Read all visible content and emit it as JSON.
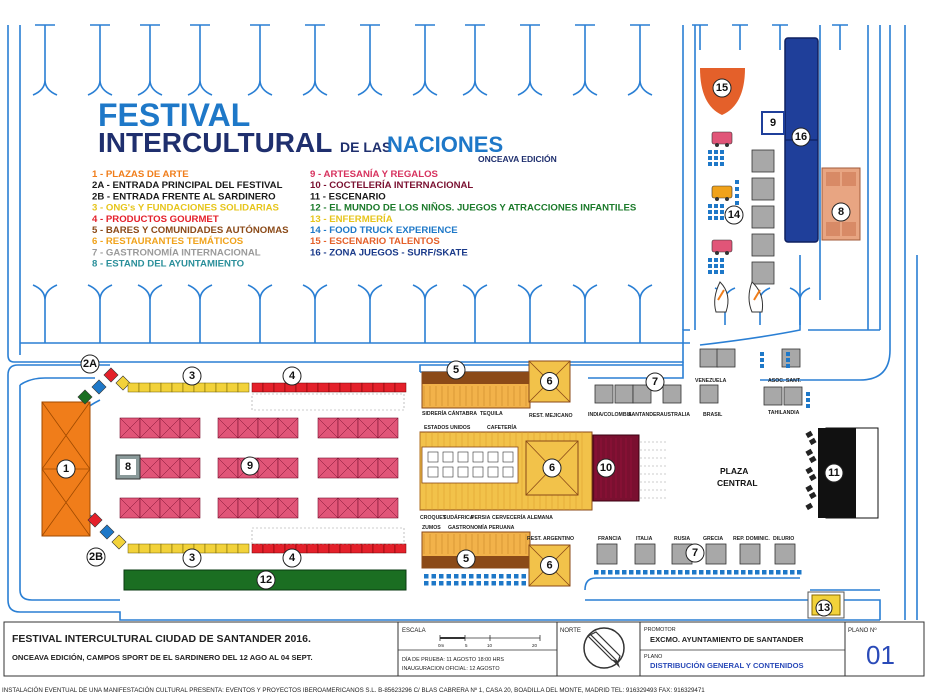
{
  "festival_logo": {
    "line1": "FESTIVAL",
    "line2": "INTERCULTURAL",
    "line3_prefix": "DE LAS",
    "line3_main": "NACIONES",
    "edition": "ONCEAVA EDICIÓN"
  },
  "legend": {
    "left": [
      {
        "num": "1 -",
        "label": "PLAZAS DE ARTE",
        "color": "#f07d1a"
      },
      {
        "num": "2A -",
        "label": "ENTRADA PRINCIPAL DEL FESTIVAL",
        "color": "#1a1a1a"
      },
      {
        "num": "2B -",
        "label": "ENTRADA FRENTE AL SARDINERO",
        "color": "#1a1a1a"
      },
      {
        "num": "3 -",
        "label": "ONG's Y FUNDACIONES SOLIDARIAS",
        "color": "#e6c51b"
      },
      {
        "num": "4 -",
        "label": "PRODUCTOS GOURMET",
        "color": "#e4202a"
      },
      {
        "num": "5 -",
        "label": "BARES Y COMUNIDADES AUTÓNOMAS",
        "color": "#8b4a18"
      },
      {
        "num": "6 -",
        "label": "RESTAURANTES TEMÁTICOS",
        "color": "#f0a21a"
      },
      {
        "num": "7 -",
        "label": "GASTRONOMÍA INTERNACIONAL",
        "color": "#9a9a9a"
      },
      {
        "num": "8 -",
        "label": "ESTAND DEL AYUNTAMIENTO",
        "color": "#2a8f9a"
      }
    ],
    "right": [
      {
        "num": "9 -",
        "label": "ARTESANÍA Y REGALOS",
        "color": "#d7325e"
      },
      {
        "num": "10 -",
        "label": "COCTELERÍA INTERNACIONAL",
        "color": "#7a1030"
      },
      {
        "num": "11 -",
        "label": "ESCENARIO",
        "color": "#1a1a1a"
      },
      {
        "num": "12 -",
        "label": "EL MUNDO DE LOS NIÑOS. JUEGOS Y ATRACCIONES INFANTILES",
        "color": "#1b7a2a"
      },
      {
        "num": "13 -",
        "label": "ENFERMERÍA",
        "color": "#e6c51b"
      },
      {
        "num": "14 -",
        "label": "FOOD TRUCK EXPERIENCE",
        "color": "#1e78c8"
      },
      {
        "num": "15 -",
        "label": "ESCENARIO TALENTOS",
        "color": "#e4602a"
      },
      {
        "num": "16 -",
        "label": "ZONA JUEGOS - SURF/SKATE",
        "color": "#1a3a8a"
      }
    ]
  },
  "map_markers": {
    "m1": "1",
    "m2a": "2A",
    "m2b": "2B",
    "m3a": "3",
    "m3b": "3",
    "m4a": "4",
    "m4b": "4",
    "m5a": "5",
    "m5b": "5",
    "m6a": "6",
    "m6b": "6",
    "m6c": "6",
    "m7a": "7",
    "m7b": "7",
    "m8a": "8",
    "m8b": "8",
    "m9a": "9",
    "m9b": "9",
    "m10": "10",
    "m11": "11",
    "m12": "12",
    "m13": "13",
    "m14": "14",
    "m15": "15",
    "m16": "16"
  },
  "map_labels": {
    "sidreria": "SIDRERÍA CÁNTABRA",
    "tequila": "TEQUILA",
    "rest_mejicano": "REST. MEJICANO",
    "estados_unidos": "ESTADOS UNIDOS",
    "cafeteria": "CAFETERÍA",
    "croquet": "CROQUET",
    "sudafrica": "SUDÁFRICA",
    "persia": "PERSIA",
    "cerveceria": "CERVECERÍA ALEMANA",
    "zumos": "ZUMOS",
    "gastro_peruana": "GASTRONOMÍA PERUANA",
    "rest_argentino": "REST. ARGENTINO",
    "india": "INDIA/COLOMBIA",
    "santander": "SANTANDER",
    "australia": "AUSTRALIA",
    "brasil": "BRASIL",
    "venezuela": "VENEZUELA",
    "asoc_sant": "ASOC. SANT.",
    "tahilandia": "TAHILANDIA",
    "francia": "FRANCIA",
    "italia": "ITALIA",
    "rusia": "RUSIA",
    "grecia": "GRECIA",
    "rep_domin": "REP. DOMINIC.",
    "dilurio": "DILURIO",
    "plaza1": "PLAZA",
    "plaza2": "CENTRAL"
  },
  "title_block": {
    "main_title": "FESTIVAL INTERCULTURAL  CIUDAD DE SANTANDER  2016.",
    "subtitle": "ONCEAVA  EDICIÓN, CAMPOS SPORT DE EL SARDINERO DEL 12 AGO AL 04 SEPT.",
    "escala_label": "ESCALA",
    "scale_ticks": [
      "0m",
      "5",
      "10",
      "20"
    ],
    "dia_prueba": "DÍA DE PRUEBA:  11 AGOSTO 18:00  HRS",
    "inauguracion": "INAUGURACION OFICIAL:  12 AGOSTO",
    "norte_label": "NORTE",
    "promotor_label": "PROMOTOR",
    "promotor_value": "EXCMO. AYUNTAMIENTO DE SANTANDER",
    "plano_label": "PLANO",
    "plano_value": "DISTRIBUCIÓN GENERAL Y CONTENIDOS",
    "plano_no_label": "PLANO Nº",
    "plano_no_value": "01"
  },
  "footer": {
    "text": "INSTALACIÓN EVENTUAL DE UNA MANIFESTACIÓN CULTURAL    PRESENTA: EVENTOS Y PROYECTOS IBEROAMERICANOS S.L.  B-85623296     C/ BLAS CABRERA Nº 1, CASA 20, BOADILLA DEL MONTE, MADRID   TEL: 916329493  FAX: 916329471"
  },
  "colors": {
    "blue_line": "#2a7fd4",
    "orange": "#f07d1a",
    "yellow": "#f2d23a",
    "red": "#e4202a",
    "brown": "#8b4a18",
    "tan": "#f2b24a",
    "grey": "#9a9a9a",
    "teal": "#2a8f9a",
    "pink": "#e15578",
    "maroon": "#7a1030",
    "green": "#1b6e22",
    "navy": "#1a3a8a",
    "logo_blue": "#1e78c8",
    "logo_navy": "#1f2f6e"
  }
}
